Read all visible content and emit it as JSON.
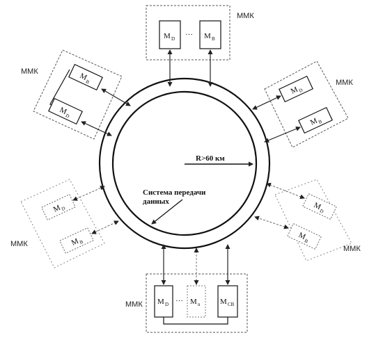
{
  "labels": {
    "mmk": "ММК",
    "radius": "R>60 км",
    "system_line1": "Система передачи",
    "system_line2": "данных",
    "m_base": "M",
    "sub_d": "D",
    "sub_b": "B",
    "sub_n": "n",
    "sub_cb": "CB",
    "ellipsis": "···"
  }
}
